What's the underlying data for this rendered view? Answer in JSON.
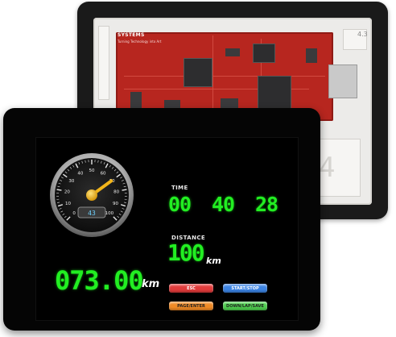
{
  "back_module": {
    "brand": "SYSTEMS",
    "brand_tagline": "Turning Technology into Art",
    "size_label": "4.3",
    "ghost_digits": "4"
  },
  "front_display": {
    "speedometer": {
      "needle_value": 70,
      "scale_labels": [
        "0",
        "10",
        "20",
        "30",
        "40",
        "50",
        "60",
        "70",
        "80",
        "90",
        "100"
      ],
      "speed_readout": "43"
    },
    "odometer": {
      "value": "073.00",
      "unit": "km"
    },
    "time": {
      "label": "TIME",
      "hours": "00",
      "minutes": "40",
      "seconds": "28"
    },
    "distance": {
      "label": "DISTANCE",
      "value": "100",
      "unit": "km"
    },
    "buttons": {
      "esc": "ESC",
      "start_stop": "START/STOP",
      "page_enter": "PAGE/ENTER",
      "down_lap_save": "DOWN/LAP/SAVE"
    }
  },
  "colors": {
    "segment_green": "#22ee22",
    "needle_yellow": "#f2b51a",
    "btn_red": "#e23b3b",
    "btn_blue": "#3c84e4",
    "btn_orange": "#f08a25",
    "btn_green": "#4fcf4f"
  }
}
